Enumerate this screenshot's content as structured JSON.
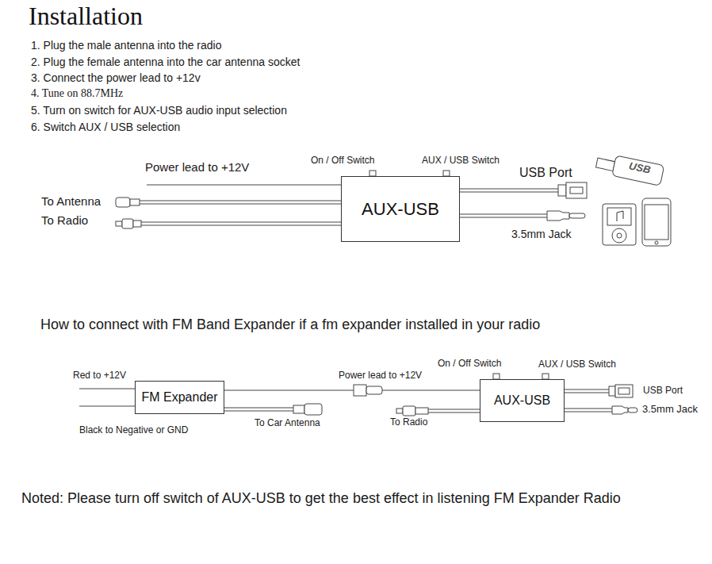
{
  "diagram": {
    "title": "Installation",
    "nodes": [
      {
        "text": [
          "AUX-USB"
        ]
      },
      {
        "text": [
          "FM Expander"
        ]
      },
      {
        "text": [
          "AUX-USB"
        ]
      }
    ],
    "edges": [
      {
        "from": 1,
        "to": 2,
        "arrow": "none"
      }
    ],
    "labels": [
      "1. Plug the male antenna into the radio",
      "2. Plug the female antenna into the car antenna socket",
      "3. Connect the power lead to +12v",
      "4. Tune on 88.7MHz",
      "5. Turn on switch for AUX-USB audio input selection",
      "6. Switch AUX / USB selection",
      "Power lead to +12V",
      "On / Off Switch",
      "AUX / USB Switch",
      "USB Port",
      "To Antenna",
      "To Radio",
      "3.5mm Jack",
      "USB",
      "How to connect with FM Band Expander if a fm expander installed in your radio",
      "Red to +12V",
      "Black to Negative or GND",
      "To Car Antenna",
      "Power lead to +12V",
      "To Radio",
      "On / Off Switch",
      "AUX / USB  Switch",
      "USB Port",
      "3.5mm Jack",
      "Noted: Please turn off switch of AUX-USB to get the best effect in listening FM Expander Radio"
    ]
  }
}
